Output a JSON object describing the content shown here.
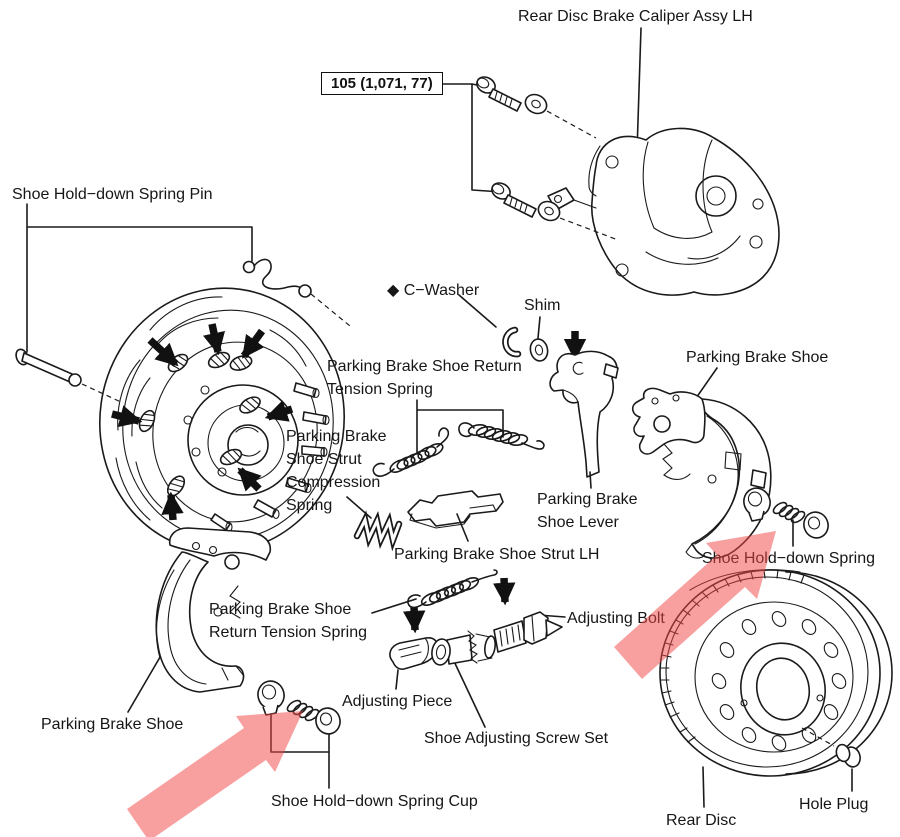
{
  "figure": {
    "background": "#ffffff",
    "line_color": "#1a1a1a",
    "highlight_color": "#f24646",
    "highlight_opacity": 0.52
  },
  "torque_spec": {
    "value": "105 (1,071, 77)"
  },
  "labels": {
    "caliper_assy": "Rear Disc Brake Caliper Assy LH",
    "spring_pin": "Shoe Hold−down Spring Pin",
    "c_washer": "◆ C−Washer",
    "shim": "Shim",
    "shoe_right": "Parking Brake Shoe",
    "return_spring_upper": "Parking Brake Shoe Return\nTension Spring",
    "strut_compression": "Parking Brake\nShoe Strut\nCompression\nSpring",
    "shoe_lever": "Parking Brake\nShoe Lever",
    "strut_lh": "Parking Brake Shoe Strut LH",
    "holddown_spring": "Shoe Hold−down Spring",
    "adjusting_bolt": "Adjusting Bolt",
    "return_spring_lower": "Parking Brake Shoe\nReturn Tension Spring",
    "adjusting_piece": "Adjusting Piece",
    "screw_set": "Shoe Adjusting Screw Set",
    "shoe_left": "Parking Brake Shoe",
    "spring_cup": "Shoe Hold−down Spring Cup",
    "rear_disc": "Rear Disc",
    "hole_plug": "Hole Plug"
  },
  "highlights": [
    {
      "name": "hold-down-spring-cup-highlight",
      "direction": "up-right"
    },
    {
      "name": "hold-down-spring-highlight",
      "direction": "up-right"
    }
  ]
}
